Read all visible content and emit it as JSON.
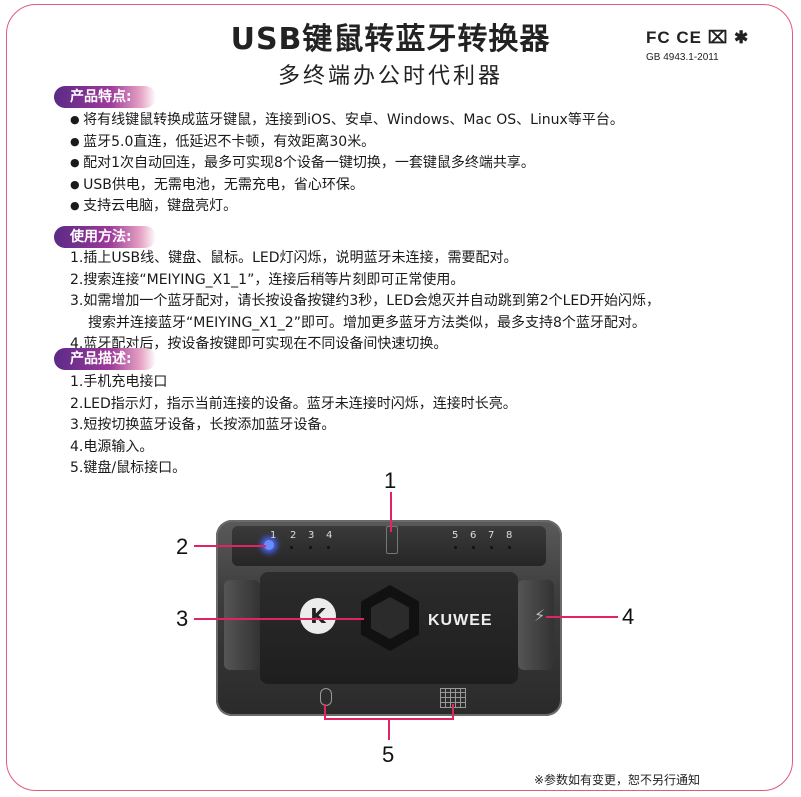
{
  "header": {
    "title": "USB键鼠转蓝牙转换器",
    "subtitle": "多终端办公时代利器",
    "cert_marks": "FC CE ⌧ ✱",
    "standard": "GB 4943.1-2011"
  },
  "sections": {
    "features": {
      "tag": "产品特点:",
      "items": [
        "将有线键鼠转换成蓝牙键鼠，连接到iOS、安卓、Windows、Mac OS、Linux等平台。",
        "蓝牙5.0直连，低延迟不卡顿，有效距离30米。",
        "配对1次自动回连，最多可实现8个设备一键切换，一套键鼠多终端共享。",
        "USB供电，无需电池，无需充电，省心环保。",
        "支持云电脑，键盘亮灯。"
      ]
    },
    "usage": {
      "tag": "使用方法:",
      "items": [
        "1.插上USB线、键盘、鼠标。LED灯闪烁，说明蓝牙未连接，需要配对。",
        "2.搜索连接“MEIYING_X1_1”，连接后稍等片刻即可正常使用。",
        "3.如需增加一个蓝牙配对，请长按设备按键约3秒，LED会熄灭并自动跳到第2个LED开始闪烁，",
        "搜索并连接蓝牙“MEIYING_X1_2”即可。增加更多蓝牙方法类似，最多支持8个蓝牙配对。",
        "4.蓝牙配对后，按设备按键即可实现在不同设备间快速切换。"
      ]
    },
    "description": {
      "tag": "产品描述:",
      "items": [
        "1.手机充电接口",
        "2.LED指示灯，指示当前连接的设备。蓝牙未连接时闪烁，连接时长亮。",
        "3.短按切换蓝牙设备，长按添加蓝牙设备。",
        "4.电源输入。",
        "5.键盘/鼠标接口。"
      ]
    }
  },
  "device": {
    "led_labels": [
      "1",
      "2",
      "3",
      "4",
      "5",
      "6",
      "7",
      "8"
    ],
    "brand": "KUWEE",
    "logo_letter": "K",
    "callouts": [
      "1",
      "2",
      "3",
      "4",
      "5"
    ],
    "led_color": "#4a66ff"
  },
  "footnote": "※参数如有变更，恕不另行通知",
  "colors": {
    "accent": "#e0245e",
    "tag_start": "#5b2a86",
    "frame": "#e35a7c"
  }
}
